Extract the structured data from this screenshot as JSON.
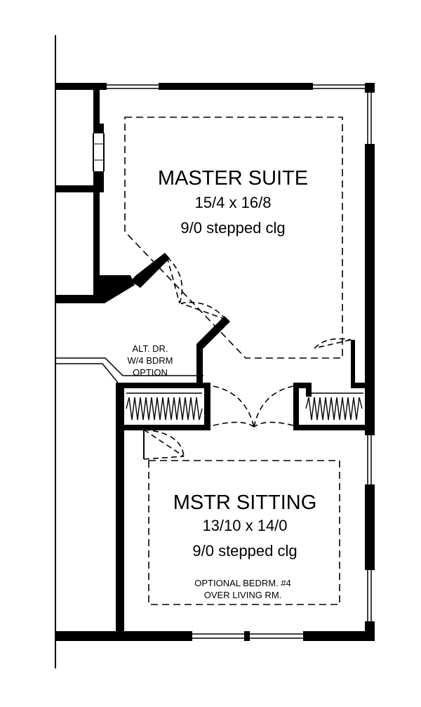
{
  "rooms": {
    "master_suite": {
      "name": "MASTER SUITE",
      "size": "15/4 x 16/8",
      "ceiling": "9/0  stepped clg"
    },
    "master_sitting": {
      "name": "MSTR SITTING",
      "size": "13/10 x 14/0",
      "ceiling": "9/0  stepped clg",
      "note_line1": "OPTIONAL BEDRM. #4",
      "note_line2": "OVER LIVING RM."
    }
  },
  "alt_door_note": {
    "line1": "ALT. DR.",
    "line2": "W/4 BDRM",
    "line3": "OPTION"
  }
}
